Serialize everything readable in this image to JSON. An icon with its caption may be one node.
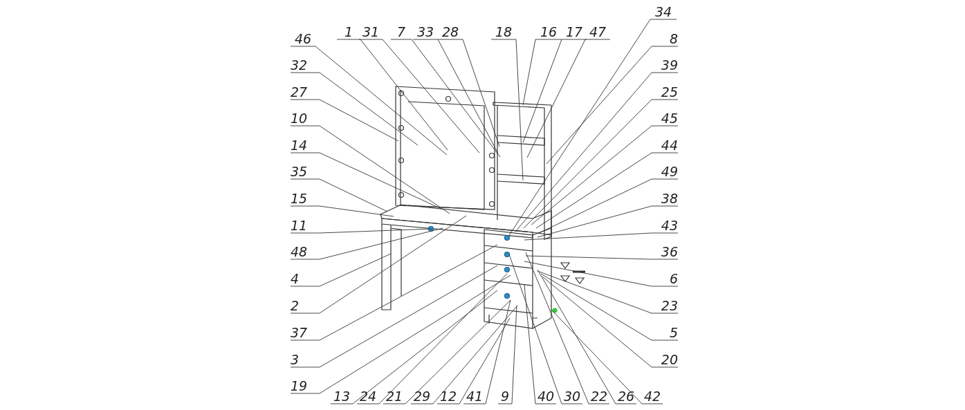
{
  "diagram": {
    "nodes": [
      {
        "text": [
          "46"
        ]
      },
      {
        "text": [
          "1"
        ]
      },
      {
        "text": [
          "31"
        ]
      },
      {
        "text": [
          "7"
        ]
      },
      {
        "text": [
          "33"
        ]
      },
      {
        "text": [
          "28"
        ]
      },
      {
        "text": [
          "18"
        ]
      },
      {
        "text": [
          "16"
        ]
      },
      {
        "text": [
          "17"
        ]
      },
      {
        "text": [
          "47"
        ]
      },
      {
        "text": [
          "34"
        ]
      },
      {
        "text": [
          "32"
        ]
      },
      {
        "text": [
          "27"
        ]
      },
      {
        "text": [
          "10"
        ]
      },
      {
        "text": [
          "14"
        ]
      },
      {
        "text": [
          "35"
        ]
      },
      {
        "text": [
          "15"
        ]
      },
      {
        "text": [
          "11"
        ]
      },
      {
        "text": [
          "48"
        ]
      },
      {
        "text": [
          "4"
        ]
      },
      {
        "text": [
          "2"
        ]
      },
      {
        "text": [
          "37"
        ]
      },
      {
        "text": [
          "3"
        ]
      },
      {
        "text": [
          "19"
        ]
      },
      {
        "text": [
          "8"
        ]
      },
      {
        "text": [
          "39"
        ]
      },
      {
        "text": [
          "25"
        ]
      },
      {
        "text": [
          "45"
        ]
      },
      {
        "text": [
          "44"
        ]
      },
      {
        "text": [
          "49"
        ]
      },
      {
        "text": [
          "38"
        ]
      },
      {
        "text": [
          "43"
        ]
      },
      {
        "text": [
          "36"
        ]
      },
      {
        "text": [
          "6"
        ]
      },
      {
        "text": [
          "23"
        ]
      },
      {
        "text": [
          "5"
        ]
      },
      {
        "text": [
          "20"
        ]
      },
      {
        "text": [
          "13"
        ]
      },
      {
        "text": [
          "24"
        ]
      },
      {
        "text": [
          "21"
        ]
      },
      {
        "text": [
          "29"
        ]
      },
      {
        "text": [
          "12"
        ]
      },
      {
        "text": [
          "41"
        ]
      },
      {
        "text": [
          "9"
        ]
      },
      {
        "text": [
          "40"
        ]
      },
      {
        "text": [
          "30"
        ]
      },
      {
        "text": [
          "22"
        ]
      },
      {
        "text": [
          "26"
        ]
      },
      {
        "text": [
          "42"
        ]
      }
    ],
    "edges": [
      {
        "from": 0,
        "to": null,
        "arrow": "none"
      },
      {
        "from": 1,
        "to": null,
        "arrow": "none"
      },
      {
        "from": 2,
        "to": null,
        "arrow": "none"
      },
      {
        "from": 3,
        "to": null,
        "arrow": "none"
      },
      {
        "from": 4,
        "to": null,
        "arrow": "none"
      },
      {
        "from": 5,
        "to": null,
        "arrow": "none"
      },
      {
        "from": 6,
        "to": null,
        "arrow": "none"
      },
      {
        "from": 7,
        "to": null,
        "arrow": "none"
      },
      {
        "from": 8,
        "to": null,
        "arrow": "none"
      },
      {
        "from": 9,
        "to": null,
        "arrow": "none"
      },
      {
        "from": 10,
        "to": null,
        "arrow": "none"
      },
      {
        "from": 11,
        "to": null,
        "arrow": "none"
      },
      {
        "from": 12,
        "to": null,
        "arrow": "none"
      },
      {
        "from": 13,
        "to": null,
        "arrow": "none"
      },
      {
        "from": 14,
        "to": null,
        "arrow": "none"
      },
      {
        "from": 15,
        "to": null,
        "arrow": "none"
      },
      {
        "from": 16,
        "to": null,
        "arrow": "none"
      },
      {
        "from": 17,
        "to": null,
        "arrow": "none"
      },
      {
        "from": 18,
        "to": null,
        "arrow": "none"
      },
      {
        "from": 19,
        "to": null,
        "arrow": "none"
      },
      {
        "from": 20,
        "to": null,
        "arrow": "none"
      },
      {
        "from": 21,
        "to": null,
        "arrow": "none"
      },
      {
        "from": 22,
        "to": null,
        "arrow": "none"
      },
      {
        "from": 23,
        "to": null,
        "arrow": "none"
      },
      {
        "from": 24,
        "to": null,
        "arrow": "none"
      },
      {
        "from": 25,
        "to": null,
        "arrow": "none"
      },
      {
        "from": 26,
        "to": null,
        "arrow": "none"
      },
      {
        "from": 27,
        "to": null,
        "arrow": "none"
      },
      {
        "from": 28,
        "to": null,
        "arrow": "none"
      },
      {
        "from": 29,
        "to": null,
        "arrow": "none"
      },
      {
        "from": 30,
        "to": null,
        "arrow": "none"
      },
      {
        "from": 31,
        "to": null,
        "arrow": "none"
      },
      {
        "from": 32,
        "to": null,
        "arrow": "none"
      },
      {
        "from": 33,
        "to": null,
        "arrow": "none"
      },
      {
        "from": 34,
        "to": null,
        "arrow": "none"
      },
      {
        "from": 35,
        "to": null,
        "arrow": "none"
      },
      {
        "from": 36,
        "to": null,
        "arrow": "none"
      },
      {
        "from": 37,
        "to": null,
        "arrow": "none"
      },
      {
        "from": 38,
        "to": null,
        "arrow": "none"
      },
      {
        "from": 39,
        "to": null,
        "arrow": "none"
      },
      {
        "from": 40,
        "to": null,
        "arrow": "none"
      },
      {
        "from": 41,
        "to": null,
        "arrow": "none"
      },
      {
        "from": 42,
        "to": null,
        "arrow": "none"
      },
      {
        "from": 43,
        "to": null,
        "arrow": "none"
      },
      {
        "from": 44,
        "to": null,
        "arrow": "none"
      },
      {
        "from": 45,
        "to": null,
        "arrow": "none"
      },
      {
        "from": 46,
        "to": null,
        "arrow": "none"
      },
      {
        "from": 47,
        "to": null,
        "arrow": "none"
      },
      {
        "from": 48,
        "to": null,
        "arrow": "none"
      }
    ]
  }
}
